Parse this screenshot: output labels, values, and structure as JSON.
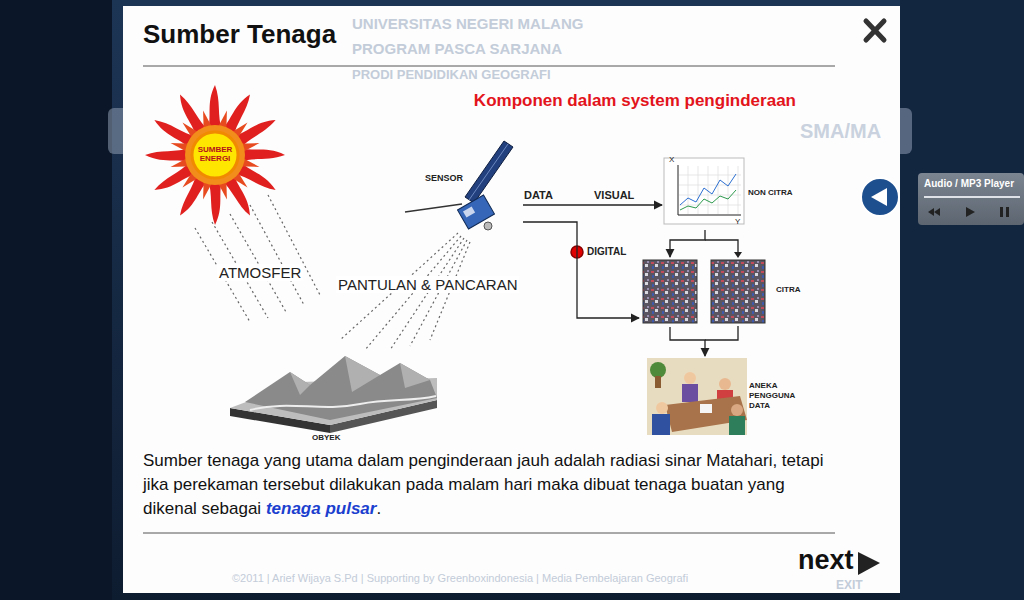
{
  "diagram": {
    "title": "Sumber Tenaga",
    "nodes": [
      {
        "text": [
          "SUMBER ENERGI"
        ]
      },
      {
        "text": [
          "SENSOR"
        ]
      },
      {
        "text": [
          "OBYEK"
        ]
      },
      {
        "text": [
          "NON CITRA"
        ]
      },
      {
        "text": [
          "CITRA"
        ]
      },
      {
        "text": [
          "ANEKA PENGGUNA DATA"
        ]
      }
    ],
    "edges": [
      {
        "from": 1,
        "to": 3,
        "arrow": "to",
        "label": "DATA"
      },
      {
        "from": 1,
        "to": 4,
        "arrow": "to",
        "label": "DIGITAL"
      },
      {
        "from": 3,
        "to": 4,
        "arrow": "to"
      },
      {
        "from": 4,
        "to": 5,
        "arrow": "to"
      }
    ],
    "labels": [
      "UNIVERSITAS NEGERI MALANG",
      "PROGRAM PASCA SARJANA",
      "PRODI PENDIDIKAN GEOGRAFI",
      "SMA/MA",
      "Audio / MP3 Player",
      "Komponen dalam system penginderaan",
      "ATMOSFER",
      "PANTULAN & PANCARAN",
      "VISUAL",
      "X",
      "Y",
      "Sumber tenaga yang utama dalam penginderaan jauh adalah radiasi sinar Matahari, tetapi jika perekaman tersebut dilakukan pada malam hari maka dibuat tenaga buatan yang dikenal sebagai",
      "tenaga pulsar",
      ".",
      "next",
      "EXIT",
      "©2011 | Arief Wijaya S.Pd | Supporting by Greenboxindonesia | Media Pembelajaran Geografi"
    ]
  }
}
